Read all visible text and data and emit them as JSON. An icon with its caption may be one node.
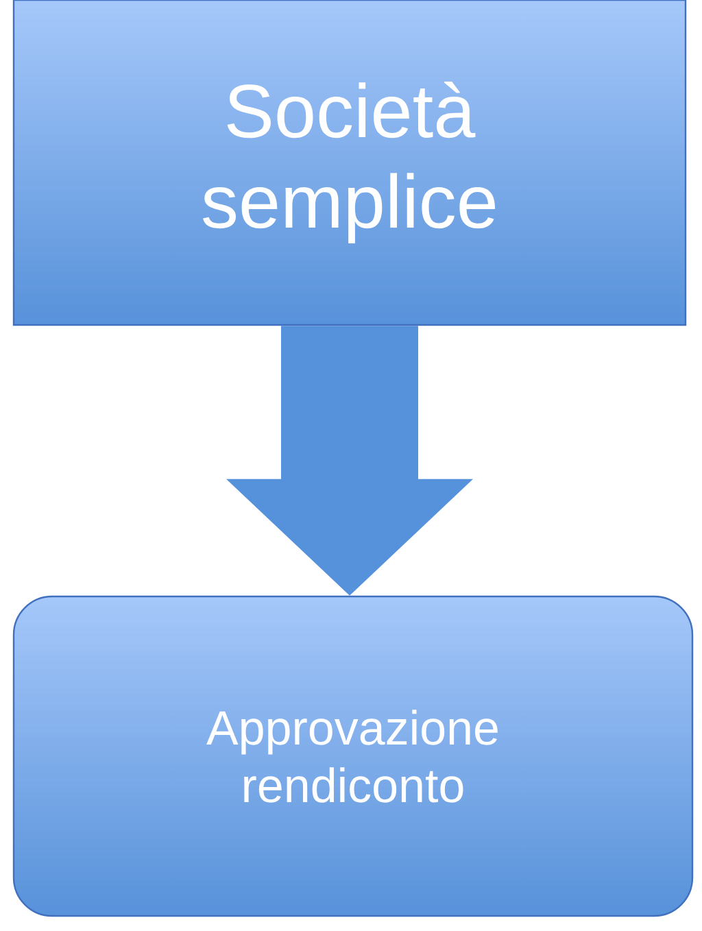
{
  "diagram": {
    "nodes": [
      {
        "text": [
          "Società semplice"
        ]
      },
      {
        "text": [
          "Approvazione rendiconto"
        ]
      }
    ],
    "edges": [
      {
        "from": 0,
        "to": 1,
        "arrow": "to"
      }
    ]
  }
}
